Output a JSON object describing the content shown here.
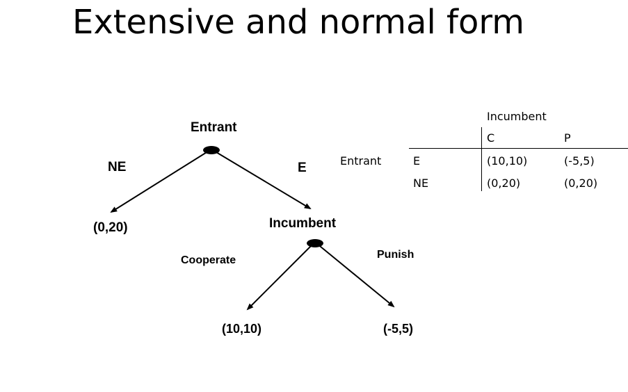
{
  "title": "Extensive and normal form",
  "extensive_form": {
    "root": {
      "player": "Entrant"
    },
    "branches": {
      "left": "NE",
      "right": "E"
    },
    "left_payoff": "(0,20)",
    "incumbent_node": {
      "player": "Incumbent"
    },
    "incumbent_branches": {
      "left": "Cooperate",
      "right": "Punish"
    },
    "payoffs": {
      "cooperate": "(10,10)",
      "punish": "(-5,5)"
    }
  },
  "normal_form": {
    "column_player": "Incumbent",
    "row_player": "Entrant",
    "columns": [
      "C",
      "P"
    ],
    "rows": [
      {
        "label": "E",
        "cells": [
          "(10,10)",
          "(-5,5)"
        ]
      },
      {
        "label": "NE",
        "cells": [
          "(0,20)",
          "(0,20)"
        ]
      }
    ]
  }
}
